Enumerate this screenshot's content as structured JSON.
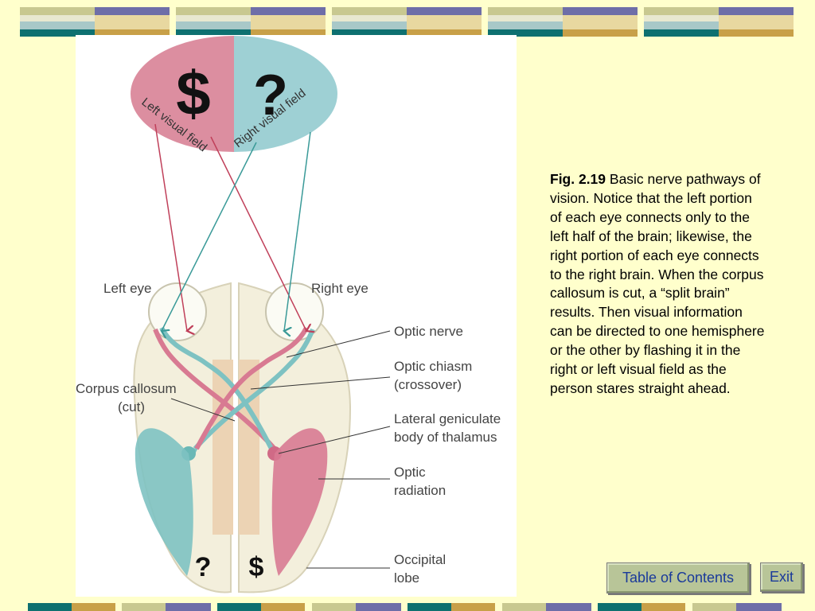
{
  "colors": {
    "background": "#ffffcc",
    "band_olive": "#c8c890",
    "band_purple": "#6e6ea8",
    "band_teal": "#0e7070",
    "band_tan": "#c8a048",
    "band_lightblue": "#a8c8c8",
    "band_cream": "#e0d8a0",
    "button_fill": "#b8c598",
    "button_text": "#1a3a9a"
  },
  "figure": {
    "field_left_symbol": "$",
    "field_right_symbol": "?",
    "left_visual_field": "Left visual field",
    "right_visual_field": "Right visual field",
    "left_eye": "Left eye",
    "right_eye": "Right eye",
    "optic_nerve": "Optic nerve",
    "optic_chiasm_1": "Optic chiasm",
    "optic_chiasm_2": "(crossover)",
    "corpus_callosum_1": "Corpus callosum",
    "corpus_callosum_2": "(cut)",
    "lateral_geniculate_1": "Lateral geniculate",
    "lateral_geniculate_2": "body of thalamus",
    "optic_radiation_1": "Optic",
    "optic_radiation_2": "radiation",
    "occipital_1": "Occipital",
    "occipital_2": "lobe",
    "left_hemisphere_symbol": "?",
    "right_hemisphere_symbol": "$"
  },
  "caption": {
    "label": "Fig. 2.19",
    "text": " Basic nerve pathways of vision. Notice that the left portion of each eye connects only to the left half of the brain; likewise, the right portion of each eye connects to the right brain. When the corpus callosum is cut, a “split brain” results. Then visual information can be directed to one hemisphere or the other by flashing it in the right or left visual field as the person stares straight ahead."
  },
  "nav": {
    "toc_label": "Table of Contents",
    "exit_label": "Exit"
  }
}
